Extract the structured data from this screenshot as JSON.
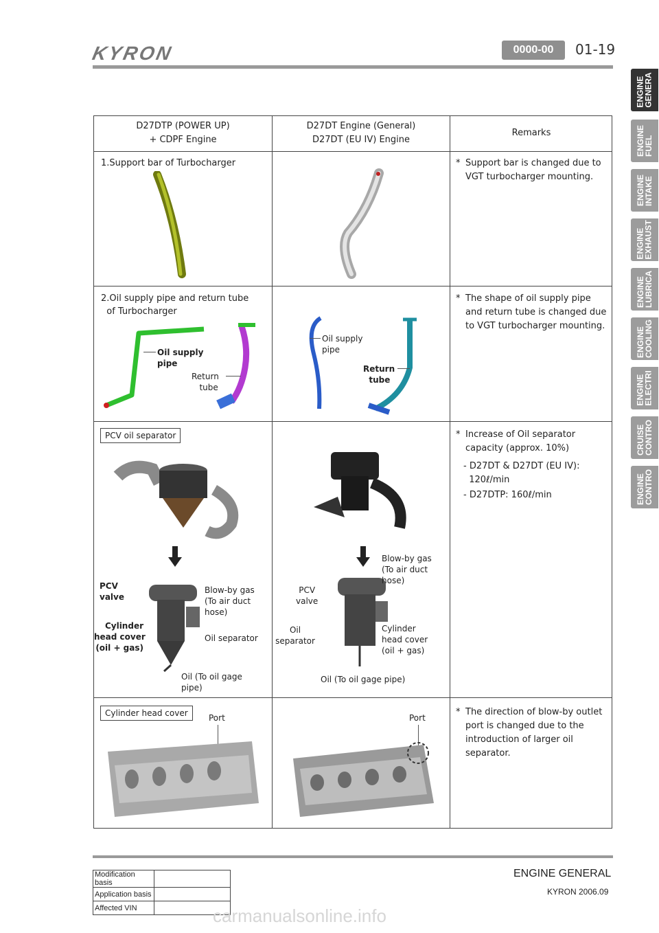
{
  "header": {
    "logo": "KYRON",
    "section_code": "0000-00",
    "page_number": "01-19"
  },
  "side_tabs": [
    {
      "line1": "ENGINE",
      "line2": "GENERA",
      "active": true
    },
    {
      "line1": "ENGINE",
      "line2": "FUEL",
      "active": false
    },
    {
      "line1": "ENGINE",
      "line2": "INTAKE",
      "active": false
    },
    {
      "line1": "ENGINE",
      "line2": "EXHAUST",
      "active": false
    },
    {
      "line1": "ENGINE",
      "line2": "LUBRICA",
      "active": false
    },
    {
      "line1": "ENGINE",
      "line2": "COOLING",
      "active": false
    },
    {
      "line1": "ENGINE",
      "line2": "ELECTRI",
      "active": false
    },
    {
      "line1": "CRUISE",
      "line2": "CONTRO",
      "active": false
    },
    {
      "line1": "ENGINE",
      "line2": "CONTRO",
      "active": false
    }
  ],
  "table": {
    "headers": {
      "col1_line1": "D27DTP (POWER UP)",
      "col1_line2": "+ CDPF Engine",
      "col2_line1": "D27DT Engine (General)",
      "col2_line2": "D27DT (EU IV) Engine",
      "col3": "Remarks"
    },
    "row1": {
      "title": "1.Support bar of Turbocharger",
      "remark": "Support bar is changed due to\nVGT turbocharger mounting."
    },
    "row2": {
      "title": "2.Oil supply pipe and return tube\n  of Turbocharger",
      "left_oil_supply": "Oil supply\npipe",
      "left_return": "Return\n   tube",
      "right_oil_supply": "Oil supply\npipe",
      "right_return": "Return\n  tube",
      "remark": "The shape of oil supply pipe\nand return tube is changed due\nto VGT turbocharger mounting."
    },
    "row3": {
      "box_label": "PCV oil separator",
      "left_pcv": "PCV\nvalve",
      "left_blowby": "Blow-by gas\n(To air duct\nhose)",
      "left_cylinder": "Cylinder\nhead cover\n(oil + gas)",
      "left_oil_sep": "Oil separator",
      "left_oil_to": "Oil (To oil gage\npipe)",
      "right_blowby": "Blow-by gas\n(To air duct\nhose)",
      "right_pcv": "PCV\nvalve",
      "right_oil_sep": "Oil\nseparator",
      "right_cylinder": "Cylinder\nhead cover\n(oil + gas)",
      "right_oil_to": "Oil (To oil gage pipe)",
      "remark_main": "Increase of Oil separator\ncapacity (approx. 10%)",
      "remark_item1": "- D27DT & D27DT (EU IV):\n  120ℓ/min",
      "remark_item2": "- D27DTP: 160ℓ/min"
    },
    "row4": {
      "box_label": "Cylinder head cover",
      "left_port": "Port",
      "right_port": "Port",
      "remark": "The direction of blow-by outlet\nport is changed due to the\nintroduction of larger oil\nseparator."
    },
    "star": "*"
  },
  "footer": {
    "title": "ENGINE GENERAL",
    "subtitle": "KYRON 2006.09",
    "mod_rows": [
      "Modification basis",
      "Application basis",
      "Affected VIN"
    ]
  },
  "watermark": "carmanualsonline.info"
}
